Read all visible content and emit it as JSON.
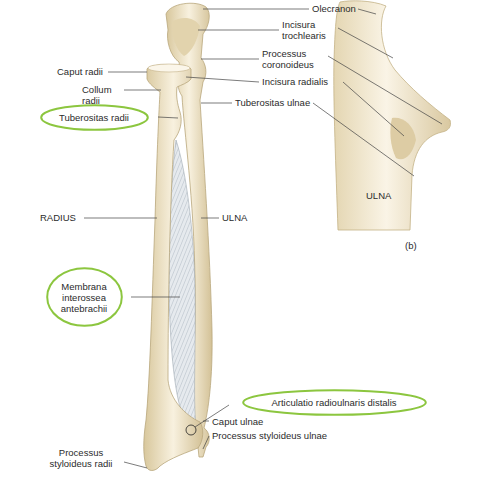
{
  "diagram": {
    "nodes": [
      {
        "text": [
          "Tuberositas radii"
        ]
      },
      {
        "text": [
          "Membrana interossea antebrachii"
        ]
      },
      {
        "text": [
          "Articulatio radioulnaris distalis"
        ]
      }
    ],
    "labels": [
      "Olecranon",
      "Incisura trochlearis",
      "Processus coronoideus",
      "Incisura radialis",
      "Caput radii",
      "Collum radii",
      "Tuberositas ulnae",
      "RADIUS",
      "ULNA",
      "Caput ulnae",
      "Processus styloideus ulnae",
      "Processus styloideus radii",
      "ULNA",
      "(b)"
    ]
  }
}
